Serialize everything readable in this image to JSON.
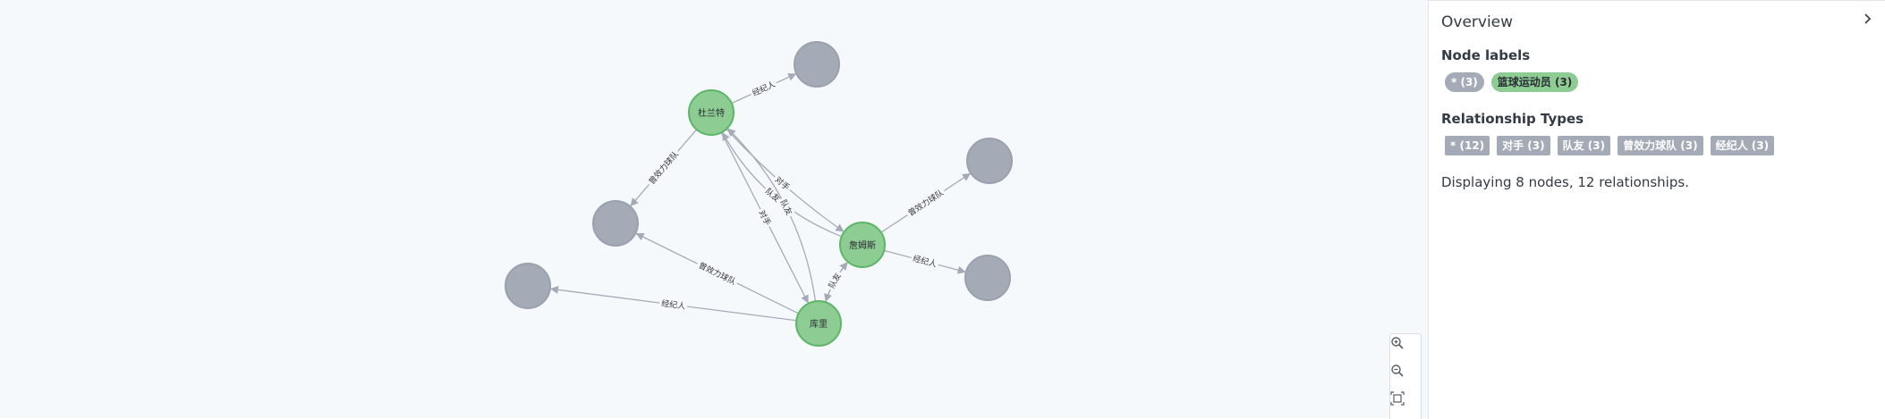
{
  "graph": {
    "nodes": [
      {
        "id": "n_durant",
        "label": "杜兰特",
        "type": "player"
      },
      {
        "id": "n_james",
        "label": "詹姆斯",
        "type": "player"
      },
      {
        "id": "n_curry",
        "label": "库里",
        "type": "player"
      },
      {
        "id": "n_top",
        "label": "",
        "type": "other"
      },
      {
        "id": "n_left_mid",
        "label": "",
        "type": "other"
      },
      {
        "id": "n_far_left",
        "label": "",
        "type": "other"
      },
      {
        "id": "n_right_top",
        "label": "",
        "type": "other"
      },
      {
        "id": "n_right_bottom",
        "label": "",
        "type": "other"
      }
    ],
    "edges": [
      {
        "label": "经纪人",
        "source": "n_durant",
        "target": "n_top"
      },
      {
        "label": "曾效力球队",
        "source": "n_durant",
        "target": "n_left_mid"
      },
      {
        "label": "队友",
        "source": "n_james",
        "target": "n_durant"
      },
      {
        "label": "对手",
        "source": "n_durant",
        "target": "n_james"
      },
      {
        "label": "对手",
        "source": "n_durant",
        "target": "n_curry"
      },
      {
        "label": "队友",
        "source": "n_curry",
        "target": "n_durant"
      },
      {
        "label": "曾效力球队",
        "source": "n_james",
        "target": "n_right_top"
      },
      {
        "label": "经纪人",
        "source": "n_james",
        "target": "n_right_bottom"
      },
      {
        "label": "对手",
        "source": "n_curry",
        "target": "n_james"
      },
      {
        "label": "队友",
        "source": "n_james",
        "target": "n_curry"
      },
      {
        "label": "曾效力球队",
        "source": "n_curry",
        "target": "n_left_mid"
      },
      {
        "label": "经纪人",
        "source": "n_curry",
        "target": "n_far_left"
      }
    ]
  },
  "zoom_controls": {
    "zoom_in_icon": "zoom-in-icon",
    "zoom_out_icon": "zoom-out-icon",
    "fit_icon": "fit-to-screen-icon"
  },
  "sidebar": {
    "title": "Overview",
    "collapse_icon": "chevron-right-icon",
    "node_labels_title": "Node labels",
    "node_labels": [
      {
        "label": "* (3)",
        "color": "#a5abb6"
      },
      {
        "label": "篮球运动员 (3)",
        "color": "#8dcc93"
      }
    ],
    "relationship_types_title": "Relationship Types",
    "relationship_types": [
      "* (12)",
      "对手 (3)",
      "队友 (3)",
      "曾效力球队 (3)",
      "经纪人 (3)"
    ],
    "stats": "Displaying 8 nodes, 12 relationships."
  },
  "colors": {
    "player_node": "#8dcc93",
    "player_node_border": "#5db665",
    "other_node": "#a5abb6",
    "edge": "#a5abb6",
    "canvas_background": "#f6f9fc"
  }
}
